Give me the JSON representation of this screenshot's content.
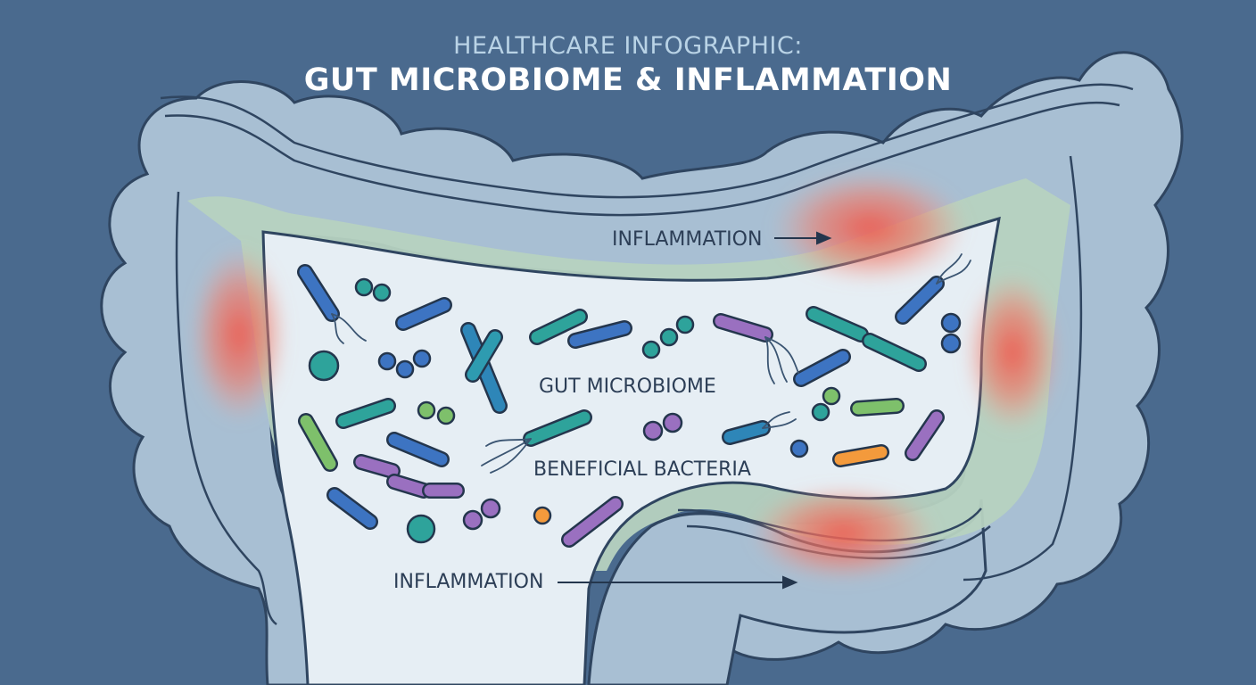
{
  "header": {
    "subtitle": "HEALTHCARE INFOGRAPHIC:",
    "title": "GUT MICROBIOME & INFLAMMATION"
  },
  "labels": {
    "inflammation_top": "INFLAMMATION",
    "gut_microbiome": "GUT MICROBIOME",
    "beneficial_bacteria": "BENEFICIAL BACTERIA",
    "inflammation_bottom": "INFLAMMATION"
  },
  "colors": {
    "background": "#4a6a8e",
    "colon_wall": "#a8bfd3",
    "mucosa": "#b6d2c0",
    "lumen": "#e6eef4",
    "inflammation": "#ee5a4e",
    "bacteria_blue": "#3d74c2",
    "bacteria_teal": "#2ea39b",
    "bacteria_green": "#7ec06b",
    "bacteria_purple": "#9a70c0",
    "bacteria_orange": "#f39a3c"
  },
  "bacteria_types": [
    "rod",
    "coccus",
    "diplococcus",
    "flagellated-rod"
  ]
}
